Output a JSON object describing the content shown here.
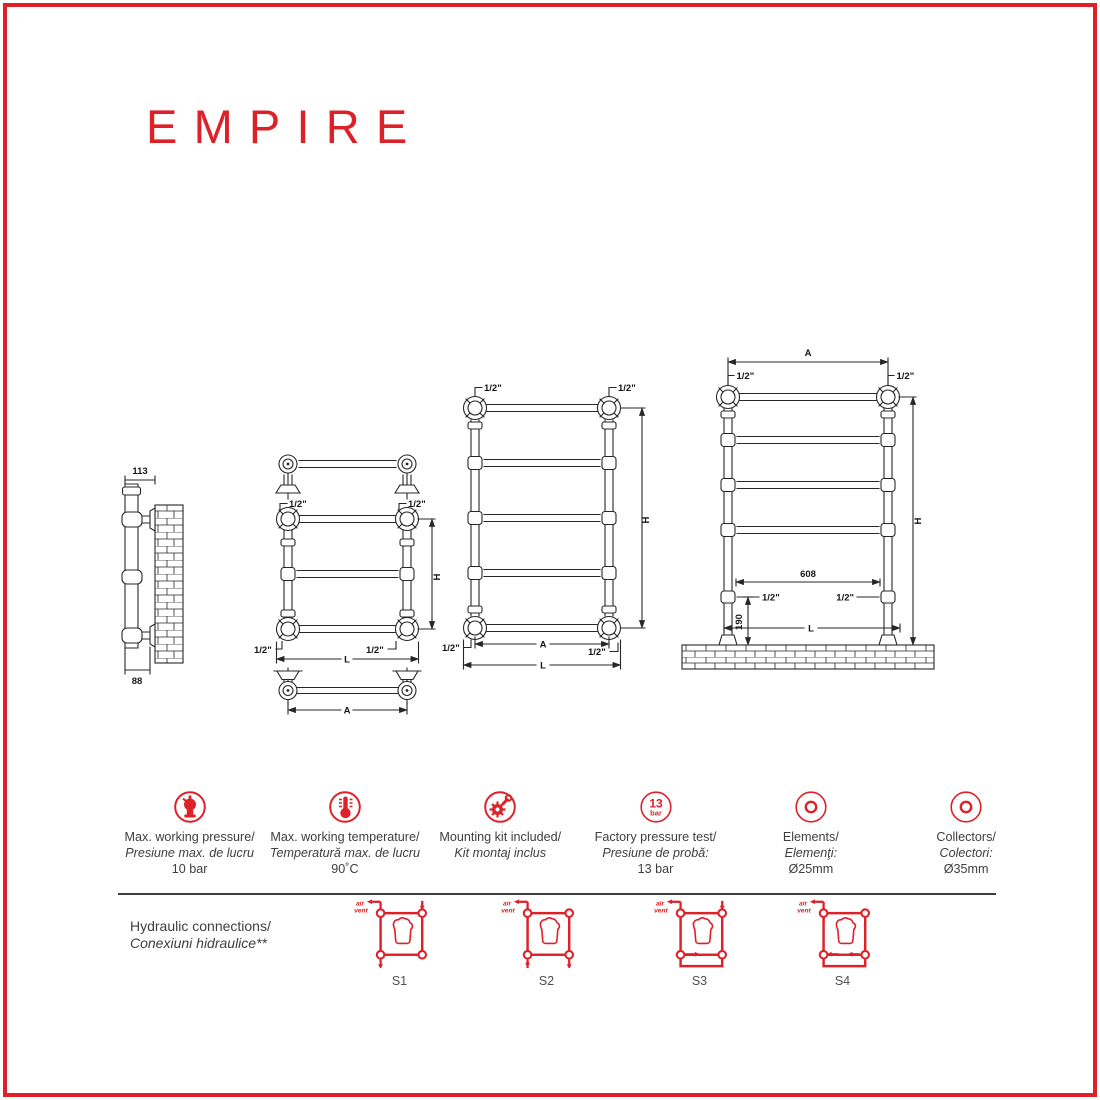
{
  "meta": {
    "product_name": "EMPIRE"
  },
  "colors": {
    "accent_red": "#de2129",
    "line_dark": "#272727",
    "text_gray": "#3e3e3e"
  },
  "drawings": {
    "side_view": {
      "depth_total": "113",
      "depth_bracket": "88"
    },
    "wall_3bar": {
      "conn_tl": "1/2\"",
      "conn_tr": "1/2\"",
      "conn_bl": "1/2\"",
      "conn_br": "1/2\"",
      "height_label": "H",
      "length_label": "L",
      "axis_label": "A"
    },
    "wall_5bar": {
      "conn_tl": "1/2\"",
      "conn_tr": "1/2\"",
      "conn_bl": "1/2\"",
      "conn_br": "1/2\"",
      "height_label": "H",
      "length_label": "L",
      "axis_label": "A"
    },
    "floor_standing": {
      "axis_label": "A",
      "conn_tl": "1/2\"",
      "conn_tr": "1/2\"",
      "conn_ml": "1/2\"",
      "conn_mr": "1/2\"",
      "width_608": "608",
      "height_190": "190",
      "length_label": "L",
      "height_label": "H"
    }
  },
  "specs": [
    {
      "label_en": "Max. working pressure/",
      "label_ro": "Presiune max. de lucru",
      "value": "10 bar"
    },
    {
      "label_en": "Max. working temperature/",
      "label_ro": "Temperatură max. de lucru",
      "value": "90˚C"
    },
    {
      "label_en": "Mounting kit included/",
      "label_ro": "Kit montaj inclus",
      "value": ""
    },
    {
      "label_en": "Factory pressure test/",
      "label_ro": "Presiune de probă:",
      "value": "13 bar",
      "badge_value": "13",
      "badge_unit": "bar"
    },
    {
      "label_en": "Elements/",
      "label_ro": "Elemenţi:",
      "value": "Ø25mm"
    },
    {
      "label_en": "Collectors/",
      "label_ro": "Colectori:",
      "value": "Ø35mm"
    }
  ],
  "hydraulic": {
    "label_en": "Hydraulic connections/",
    "label_ro": "Conexiuni hidraulice**",
    "air_vent_line1": "air",
    "air_vent_line2": "vent",
    "options": [
      {
        "id": "S1"
      },
      {
        "id": "S2"
      },
      {
        "id": "S3"
      },
      {
        "id": "S4"
      }
    ]
  }
}
